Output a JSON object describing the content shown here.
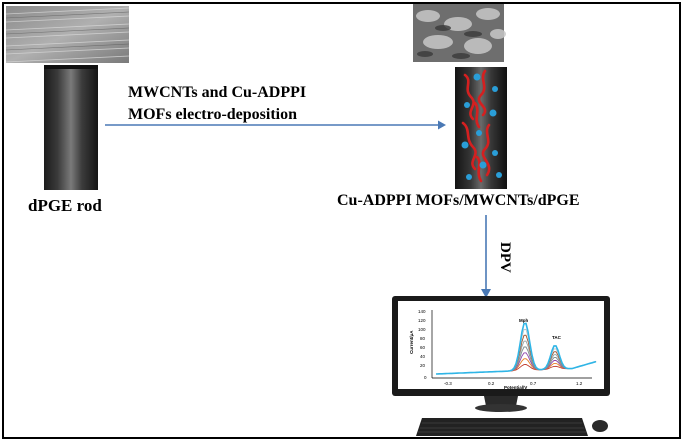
{
  "left_label": "dPGE rod",
  "right_label": "Cu-ADPPI MOFs/MWCNTs/dPGE",
  "step_line1": "MWCNTs and Cu-ADPPI",
  "step_line2": "MOFs electro-deposition",
  "dpv_label": "DPV",
  "chart": {
    "ylabel": "Current/μA",
    "xlabel": "Potential/V",
    "yticks": [
      "140",
      "120",
      "100",
      "80",
      "60",
      "40",
      "20",
      "0"
    ],
    "xticks": [
      "-0.3",
      "0.2",
      "0.7",
      "1.2"
    ],
    "peak1": "Mph",
    "peak2": "TAC"
  },
  "colors": {
    "arrow": "#4a79b5",
    "fiber": "#d42020",
    "dot": "#2a9ed8",
    "peak": "#2fb5e6"
  }
}
